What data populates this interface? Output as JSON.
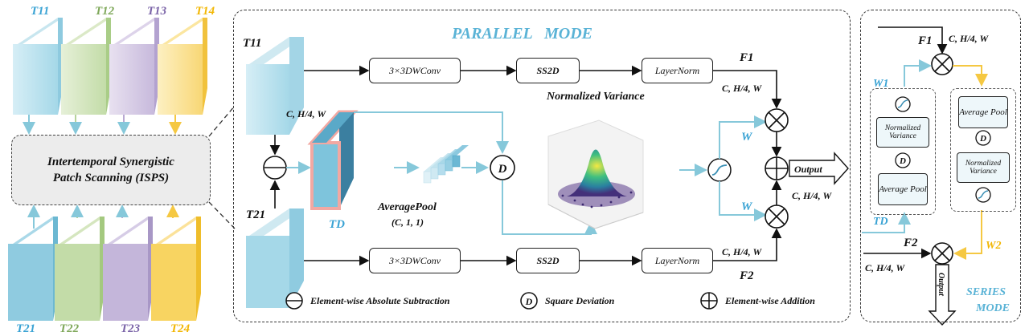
{
  "left": {
    "top_labels": [
      "T11",
      "T12",
      "T13",
      "T14"
    ],
    "bottom_labels": [
      "T21",
      "T22",
      "T23",
      "T24"
    ],
    "isps_line1": "Intertemporal Synergistic",
    "isps_line2": "Patch Scanning (ISPS)"
  },
  "parallel": {
    "title": "PARALLEL   MODE",
    "t11": "T11",
    "t21": "T21",
    "td": "TD",
    "dim_top": "C, H/4, W",
    "conv_top": "3×3DWConv",
    "ss2d_top": "SS2D",
    "ln_top": "LayerNorm",
    "conv_bot": "3×3DWConv",
    "ss2d_bot": "SS2D",
    "ln_bot": "LayerNorm",
    "f1": "F1",
    "f2": "F2",
    "f1_dim": "C, H/4, W",
    "f2_dim": "C, H/4, W",
    "norm_var": "Normalized Variance",
    "avgpool": "AveragePool",
    "avgpool_dim": "(C, 1, 1)",
    "w_top": "W",
    "w_bot": "W",
    "output": "Output",
    "out_dim": "C, H/4, W",
    "legend_sub": "Element-wise  Absolute Subtraction",
    "legend_sq": "Square Deviation",
    "legend_add": "Element-wise Addition",
    "d_symbol": "D"
  },
  "series": {
    "title_line1": "SERIES",
    "title_line2": "MODE",
    "f1": "F1",
    "f1_dim": "C, H/4, W",
    "w1": "W1",
    "w2": "W2",
    "td": "TD",
    "f2": "F2",
    "f2_dim": "C, H/4, W",
    "left_nv": "Normalized Variance",
    "left_ap": "Average Pool",
    "right_ap": "Average Pool",
    "right_nv": "Normalized Variance",
    "output": "Output",
    "d_symbol": "D"
  },
  "colors": {
    "blue": "#7fc6dc",
    "green": "#b6d39a",
    "purple": "#b9a9d2",
    "yellow": "#f5d15f",
    "label_blue": "#3aa3d4",
    "label_green": "#7fa85a",
    "label_purple": "#7b64a8",
    "label_yellow": "#f2b705",
    "arrow_blue": "#86c8da",
    "arrow_yellow": "#f5c842"
  }
}
